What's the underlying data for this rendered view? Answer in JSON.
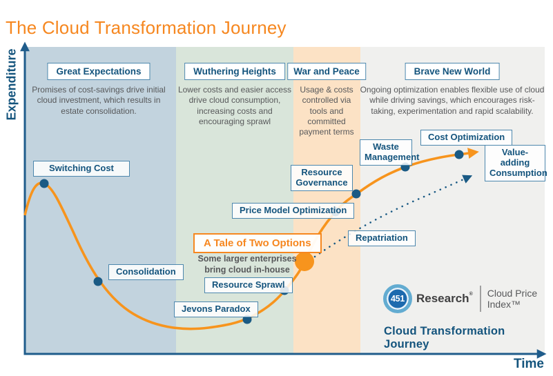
{
  "title": "The Cloud Transformation Journey",
  "axes": {
    "y_label": "Expenditure",
    "x_label": "Time"
  },
  "phases": [
    {
      "label": "Great Expectations",
      "description": "Promises of cost-savings drive initial cloud investment, which results in estate consolidation."
    },
    {
      "label": "Wuthering Heights",
      "description": "Lower costs and easier access drive cloud consumption, increasing costs and encouraging sprawl"
    },
    {
      "label": "War and Peace",
      "description": "Usage & costs controlled via tools and committed payment terms"
    },
    {
      "label": "Brave New World",
      "description": "Ongoing optimization enables flexible use of cloud while driving savings, which encourages risk-taking, experimentation and rapid scalability."
    }
  ],
  "milestones": [
    {
      "label": "Switching Cost"
    },
    {
      "label": "Consolidation"
    },
    {
      "label": "Jevons Paradox"
    },
    {
      "label": "Resource Sprawl"
    },
    {
      "label": "Price Model Optimization"
    },
    {
      "label": "Resource Governance"
    },
    {
      "label": "Repatriation"
    },
    {
      "label": "Waste Management"
    },
    {
      "label": "Cost Optimization"
    },
    {
      "label": "Value-adding Consumption"
    }
  ],
  "callout": {
    "title": "A Tale of Two Options",
    "note": "Some larger enterprises bring cloud in-house"
  },
  "branding": {
    "badge": "451",
    "name": "Research",
    "reg_mark": "®",
    "product_line1": "Cloud Price",
    "product_line2": "Index™",
    "caption": "Cloud Transformation Journey"
  },
  "colors": {
    "title_orange": "#f6871f",
    "curve_orange": "#f7941d",
    "label_blue": "#14547d",
    "dot_blue": "#1a5a84",
    "axis_blue": "#1f5c8b",
    "band_blue": "#c2d3de",
    "band_green": "#d9e5da",
    "band_peach": "#fce2c5",
    "band_gray": "#f0f0ee"
  }
}
